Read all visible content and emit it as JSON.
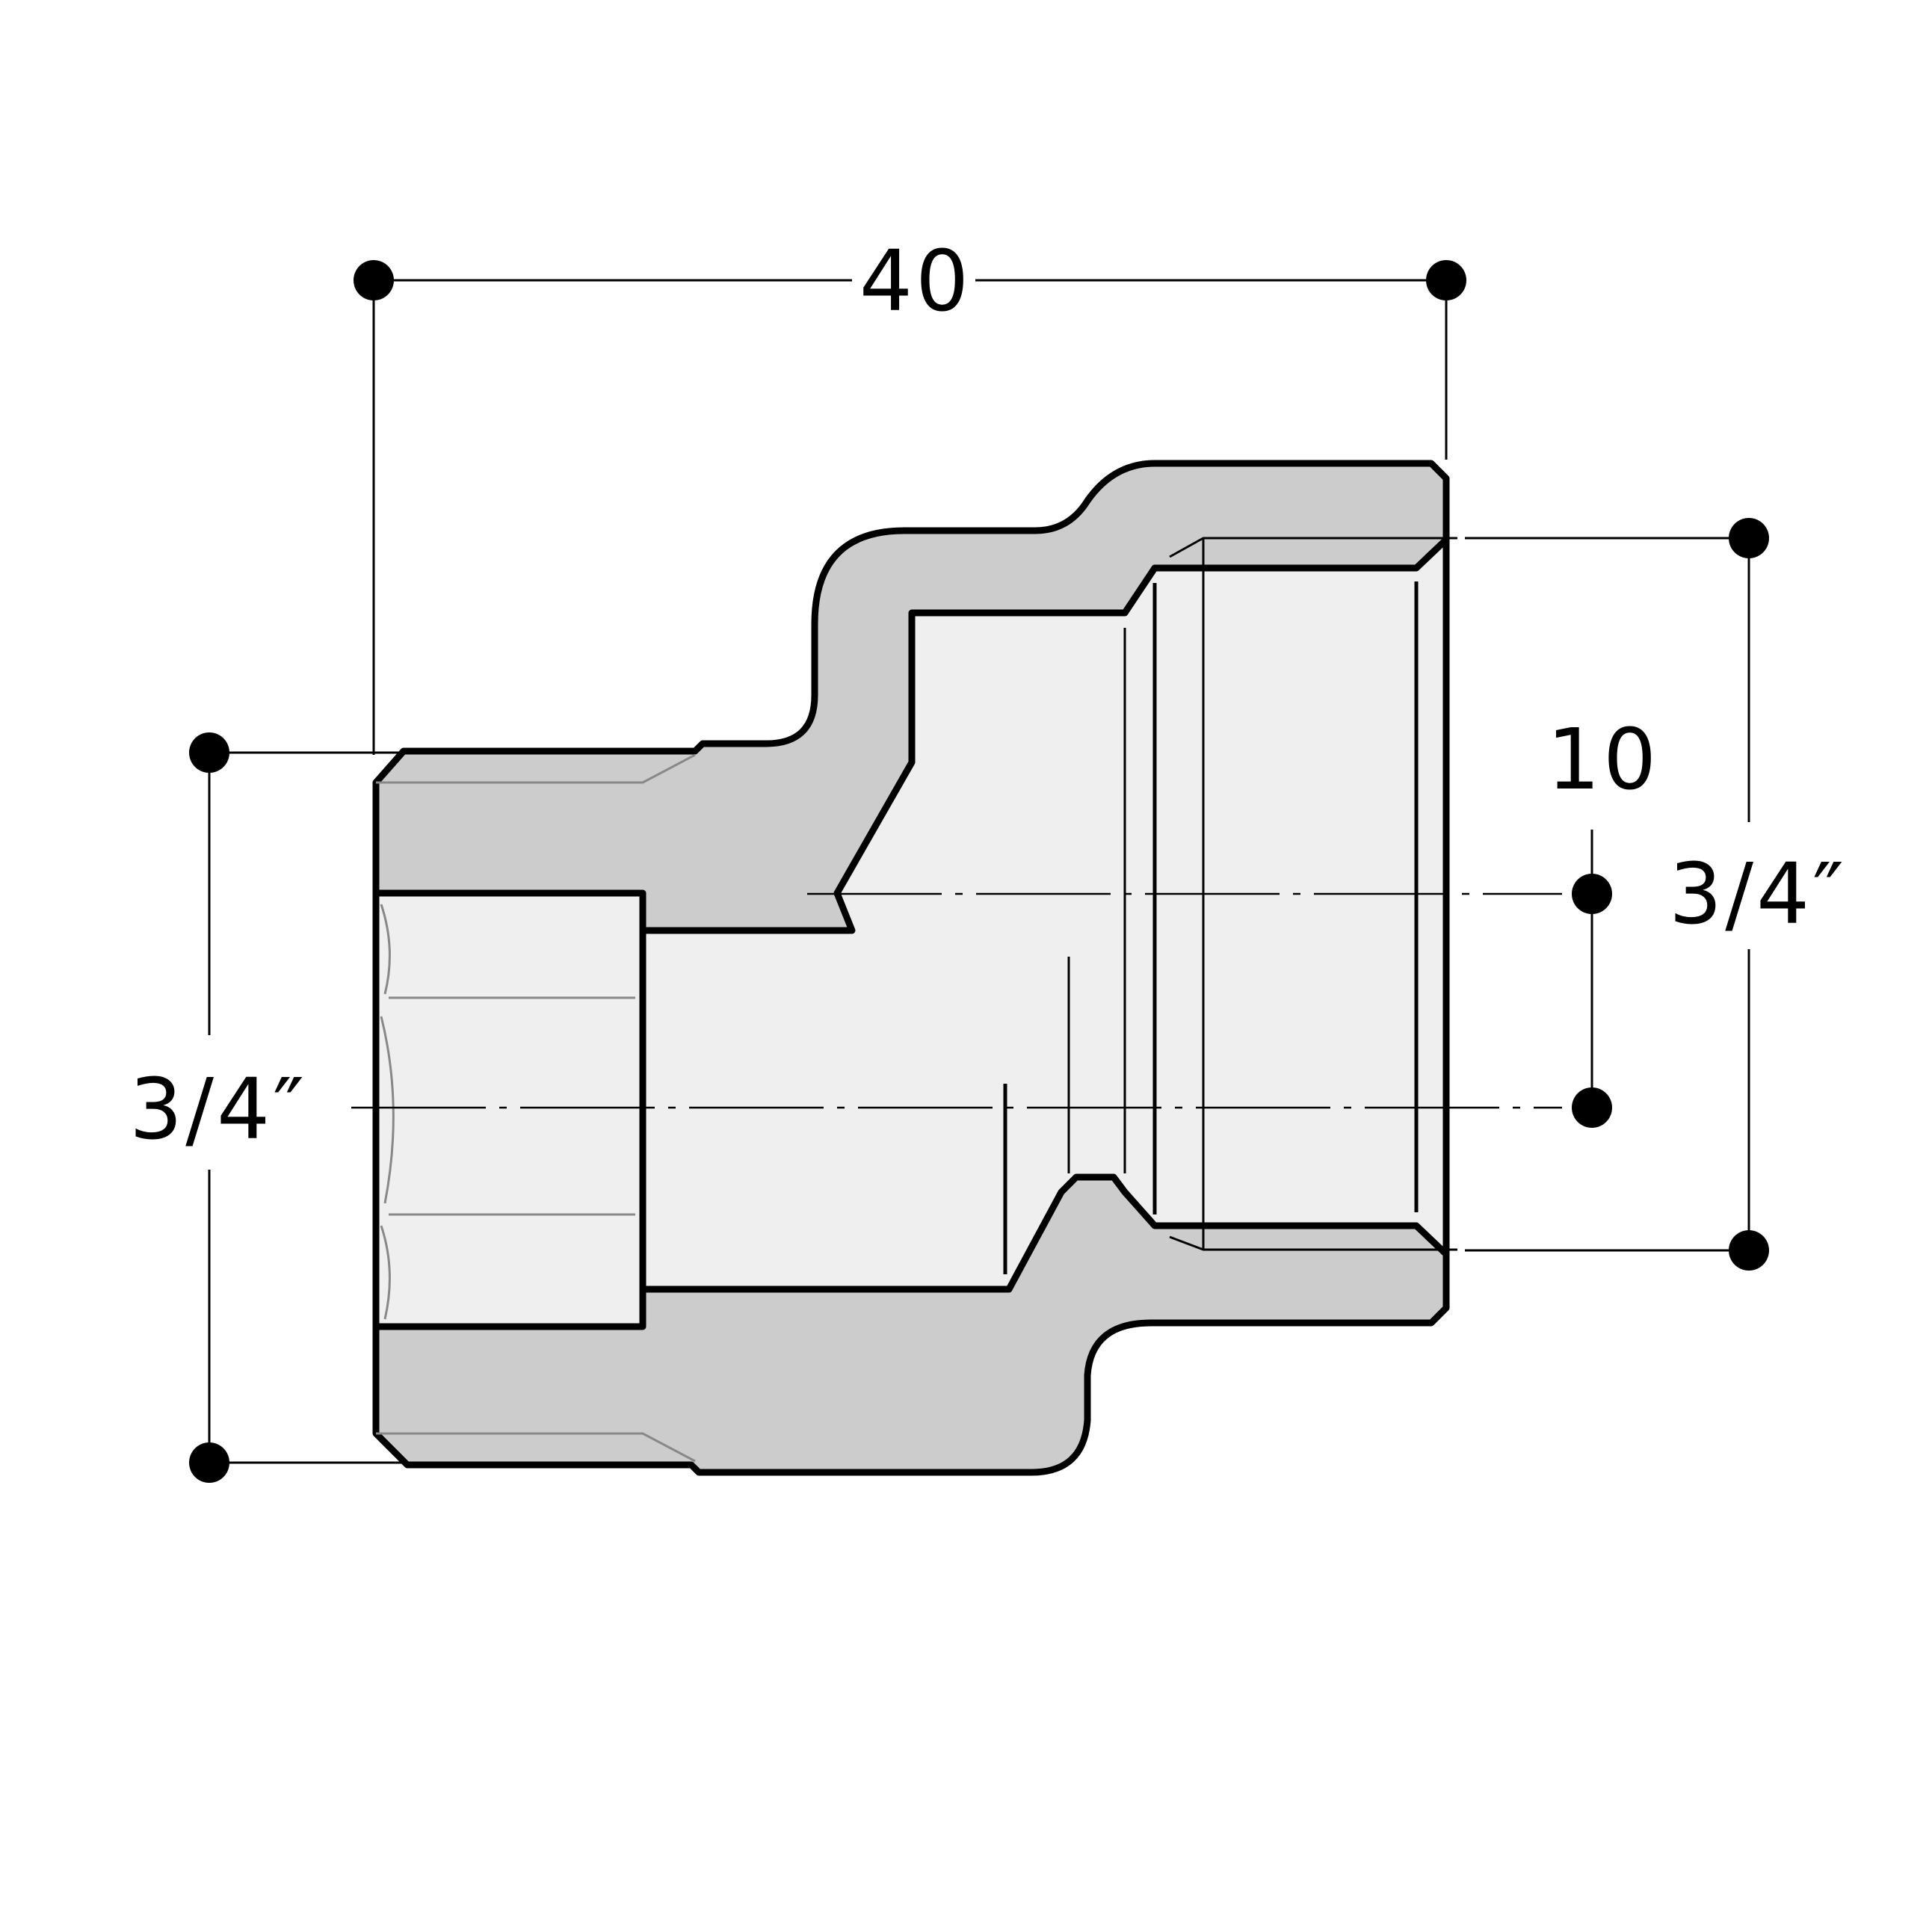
{
  "dimensions": {
    "overall_length": "40",
    "left_thread": "3/4″",
    "right_thread": "3/4″",
    "offset": "10"
  },
  "colors": {
    "body": "#cccccc",
    "bore": "#efefef",
    "line": "#000000"
  }
}
